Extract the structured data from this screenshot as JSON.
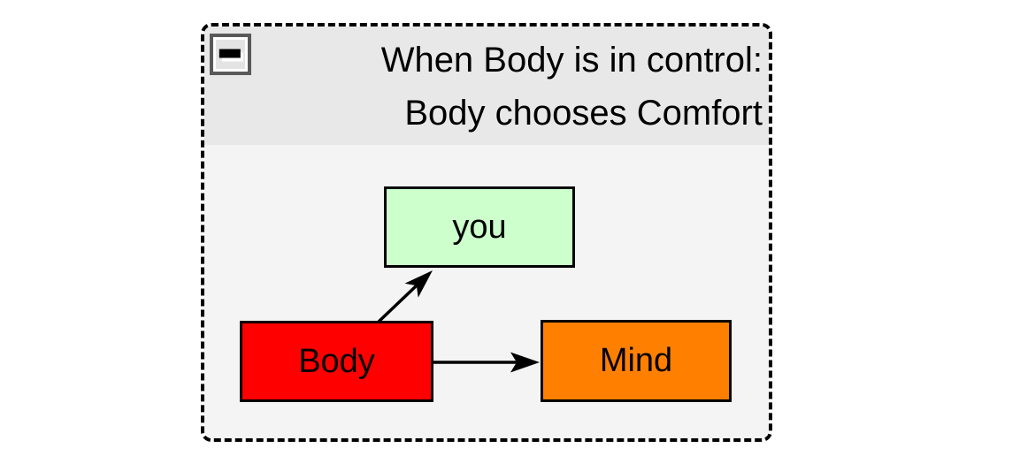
{
  "frame": {
    "title_line1": "When Body is in control:",
    "title_line2": "Body chooses Comfort",
    "collapse_button": {
      "icon": "minus",
      "state": "expanded"
    },
    "colors": {
      "header_bg": "#e8e8e8",
      "body_bg": "#f4f4f4",
      "border": "#000000",
      "button_border": "#5a5a5a"
    }
  },
  "diagram": {
    "edge_color": "#000000",
    "nodes": [
      {
        "id": "you",
        "label": "you",
        "fill": "#ccffcc",
        "text_color": "#000000"
      },
      {
        "id": "body",
        "label": "Body",
        "fill": "#ff0000",
        "text_color": "#000000"
      },
      {
        "id": "mind",
        "label": "Mind",
        "fill": "#ff8000",
        "text_color": "#000000"
      }
    ],
    "edges": [
      {
        "from": "Body",
        "to": "you"
      },
      {
        "from": "Body",
        "to": "Mind"
      }
    ]
  }
}
